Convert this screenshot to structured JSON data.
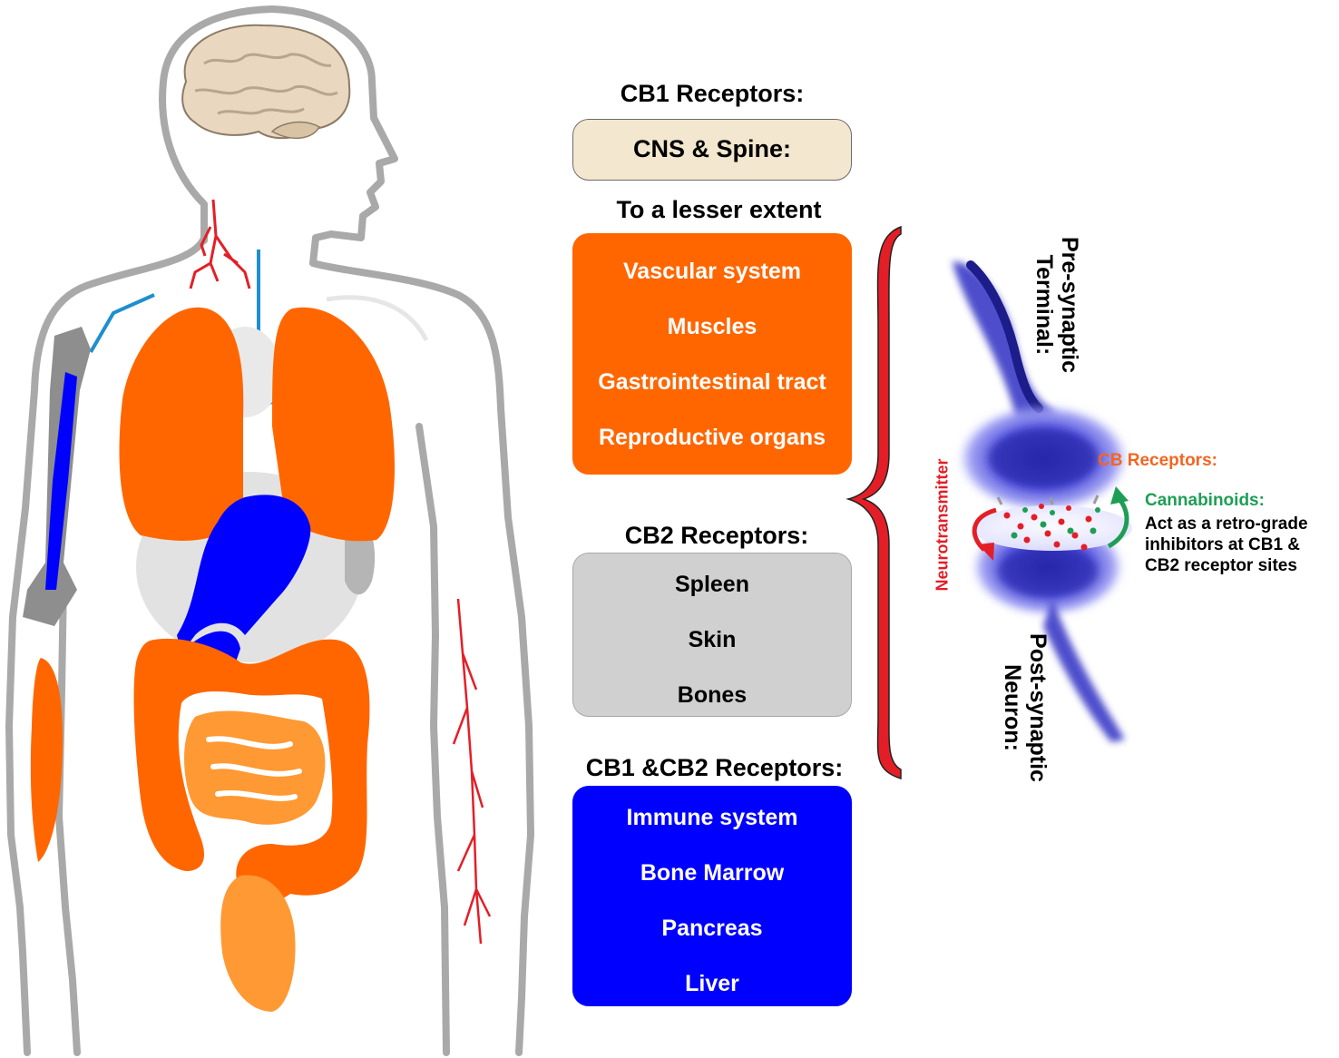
{
  "cb1": {
    "heading": "CB1 Receptors:",
    "primary_box": "CNS & Spine:",
    "lesser_heading": "To a lesser extent",
    "lesser_items": [
      "Vascular system",
      "Muscles",
      "Gastrointestinal tract",
      "Reproductive organs"
    ]
  },
  "cb2": {
    "heading": "CB2 Receptors:",
    "items": [
      "Spleen",
      "Skin",
      "Bones"
    ]
  },
  "cb1_cb2": {
    "heading": "CB1 &CB2 Receptors:",
    "items": [
      "Immune system",
      "Bone Marrow",
      "Pancreas",
      "Liver"
    ]
  },
  "synapse": {
    "pre_label_line1": "Pre-synaptic",
    "pre_label_line2": "Terminal:",
    "post_label_line1": "Post-synaptic",
    "post_label_line2": "Neuron:",
    "neurotransmitter": "Neurotransmitter",
    "cb_receptors": "CB Receptors:",
    "cannabinoids": "Cannabinoids:",
    "cannabinoids_desc": [
      "Act as a retro-grade",
      "inhibitors at CB1 &",
      "CB2 receptor sites"
    ]
  },
  "colors": {
    "orange": "#ff6600",
    "light_orange": "#ff9933",
    "blue": "#0000ff",
    "gray_box": "#d0d0d0",
    "beige_box": "#f3e7cf",
    "red": "#e41e26",
    "green": "#1e9e55",
    "cb_orange": "#f26522"
  }
}
